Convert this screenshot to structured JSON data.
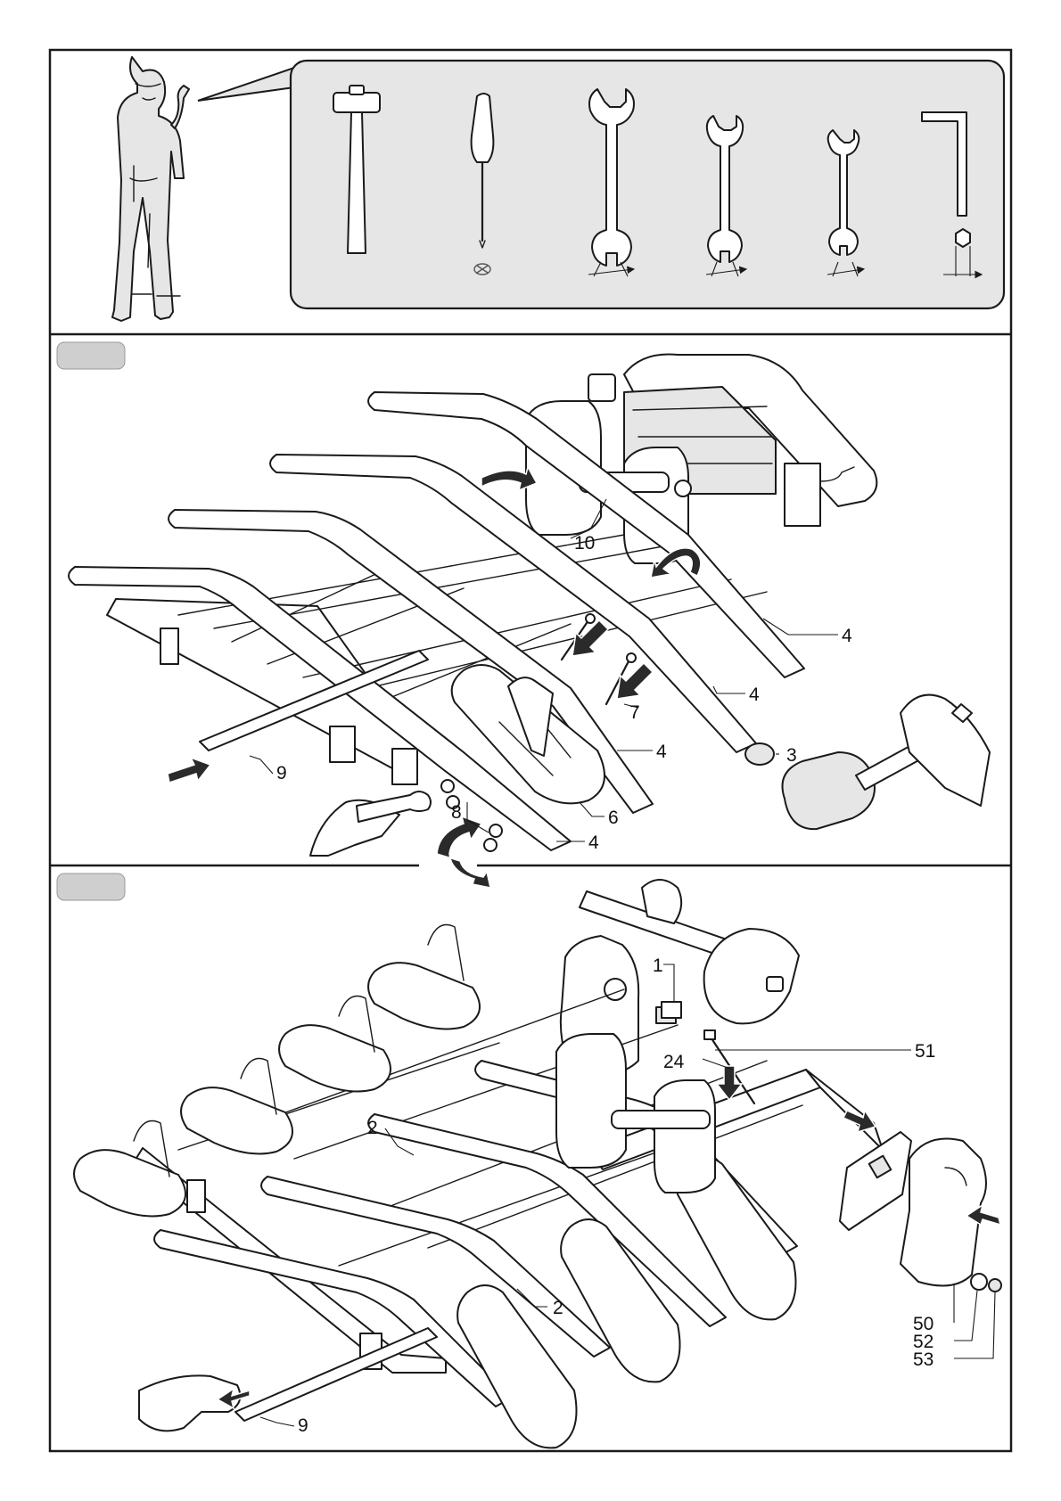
{
  "colors": {
    "frame": "#1a1a1a",
    "tool_panel": "#e6e6e6",
    "step_tab": "#cfcfcf"
  },
  "tools": [
    {
      "icon": "hammer-icon"
    },
    {
      "icon": "screwdriver-icon"
    },
    {
      "icon": "wrench-large-icon"
    },
    {
      "icon": "wrench-medium-icon"
    },
    {
      "icon": "wrench-small-icon"
    },
    {
      "icon": "allen-key-icon"
    }
  ],
  "step1": {
    "callouts": {
      "p10": "10",
      "p4a": "4",
      "p4b": "4",
      "p4c": "4",
      "p4d": "4",
      "p7": "7",
      "p3": "3",
      "p9": "9",
      "p8": "8",
      "p6": "6"
    }
  },
  "step2": {
    "callouts": {
      "p1": "1",
      "p51": "51",
      "p24": "24",
      "p2a": "2",
      "p2b": "2",
      "p50": "50",
      "p52": "52",
      "p53": "53",
      "p9": "9"
    }
  }
}
